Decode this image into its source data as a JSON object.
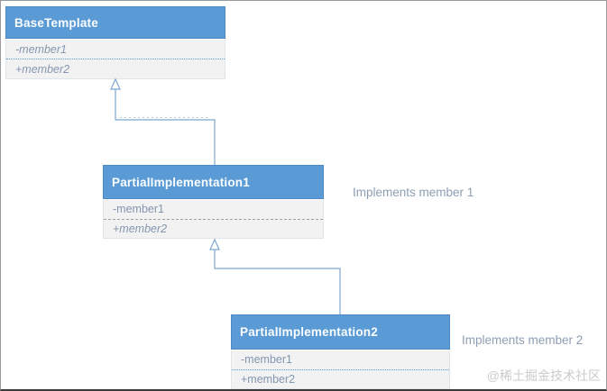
{
  "diagram": {
    "classes": [
      {
        "name": "BaseTemplate",
        "members": [
          {
            "label": "-member1",
            "abstract": true
          },
          {
            "label": "+member2",
            "abstract": true
          }
        ]
      },
      {
        "name": "PartialImplementation1",
        "members": [
          {
            "label": "-member1",
            "abstract": false
          },
          {
            "label": "+member2",
            "abstract": true
          }
        ]
      },
      {
        "name": "PartialImplementation2",
        "members": [
          {
            "label": "-member1",
            "abstract": false
          },
          {
            "label": "+member2",
            "abstract": false
          }
        ]
      }
    ],
    "relations": [
      {
        "type": "generalization",
        "from": "PartialImplementation1",
        "to": "BaseTemplate"
      },
      {
        "type": "generalization",
        "from": "PartialImplementation2",
        "to": "PartialImplementation1"
      }
    ],
    "annotations": [
      {
        "text": "Implements member 1"
      },
      {
        "text": "Implements member 2"
      }
    ],
    "colors": {
      "header_bg": "#5b9bd5",
      "body_bg": "#f2f2f2",
      "member_text": "#8496b0",
      "connector": "#7fa8cf",
      "annotation_text": "#8e9eb2",
      "watermark_text": "#cbcbcb"
    }
  },
  "watermark": {
    "text": "@稀土掘金技术社区"
  }
}
